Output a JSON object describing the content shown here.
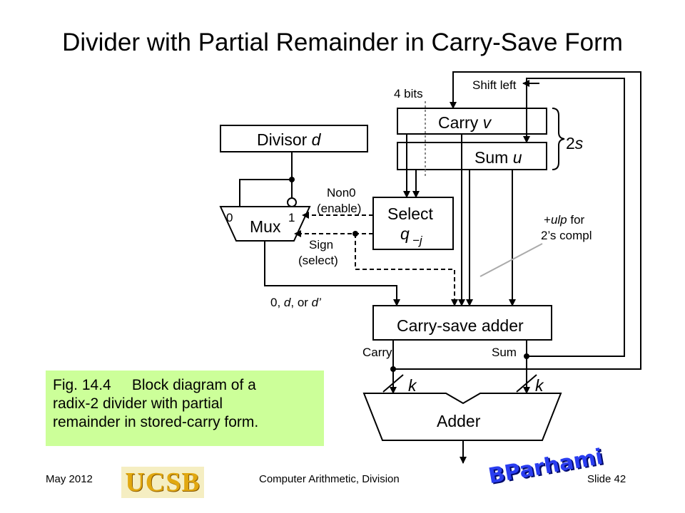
{
  "title": "Divider with Partial Remainder in Carry-Save Form",
  "diagram": {
    "shift_left": "Shift left",
    "four_bits": "4 bits",
    "carry_v": "Carry ",
    "carry_v_var": "v",
    "sum_u": "Sum ",
    "sum_u_var": "u",
    "two_s": "2",
    "two_s_var": "s",
    "divisor": "Divisor ",
    "divisor_var": "d",
    "mux": "Mux",
    "mux_in0": "0",
    "mux_in1": "1",
    "select": "Select",
    "q": "q",
    "q_sub": "−j",
    "non0": "Non0",
    "enable": "(enable)",
    "sign": "Sign",
    "select_paren": "(select)",
    "ulp_plus": "+",
    "ulp_var": "ulp",
    "ulp_for": " for",
    "twos_compl": "2’s compl",
    "mux_out_a": "0, ",
    "mux_out_d": "d",
    "mux_out_b": ", or ",
    "mux_out_dp": "d’",
    "csa": "Carry-save adder",
    "carry_out": "Carry",
    "sum_out": "Sum",
    "k1": "k",
    "k2": "k",
    "adder": "Adder"
  },
  "caption": {
    "line1": "Fig. 14.4     Block diagram of a",
    "line2": "radix-2 divider with partial",
    "line3": "remainder in stored-carry form."
  },
  "footer": {
    "date": "May 2012",
    "course": "Computer Arithmetic, Division",
    "slide": "Slide 42"
  },
  "logos": {
    "ucsb": "UCSB",
    "bparhami": "BParhami"
  }
}
